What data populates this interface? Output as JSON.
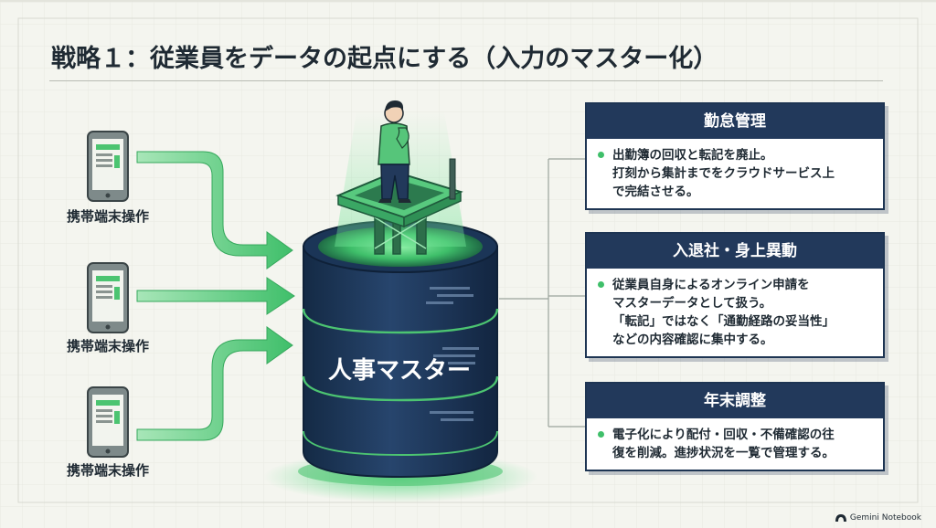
{
  "title": "戦略１：従業員をデータの起点にする（入力のマスター化）",
  "devices": [
    {
      "label": "携帯端末操作",
      "icon": "smartphone-icon"
    },
    {
      "label": "携帯端末操作",
      "icon": "smartphone-icon"
    },
    {
      "label": "携帯端末操作",
      "icon": "smartphone-icon"
    }
  ],
  "master": {
    "label": "人事マスター",
    "icon": "database-icon",
    "figure_icon": "person-icon"
  },
  "boxes": [
    {
      "header": "勤怠管理",
      "lines": [
        "出勤簿の回収と転記を廃止。",
        "打刻から集計までをクラウドサービス上",
        "で完結させる。"
      ]
    },
    {
      "header": "入退社・身上異動",
      "lines": [
        "従業員自身によるオンライン申請を",
        "マスターデータとして扱う。",
        "「転記」ではなく「通勤経路の妥当性」",
        "などの内容確認に集中する。"
      ]
    },
    {
      "header": "年末調整",
      "lines": [
        "電子化により配付・回収・不備確認の往",
        "復を削減。進捗状況を一覧で管理する。"
      ]
    }
  ],
  "brand": {
    "label": "Gemini Notebook",
    "icon": "notebook-logo-icon"
  },
  "colors": {
    "navy": "#22395b",
    "green": "#3fbf6a",
    "background": "#f4f5ef",
    "text": "#1f2a33"
  }
}
